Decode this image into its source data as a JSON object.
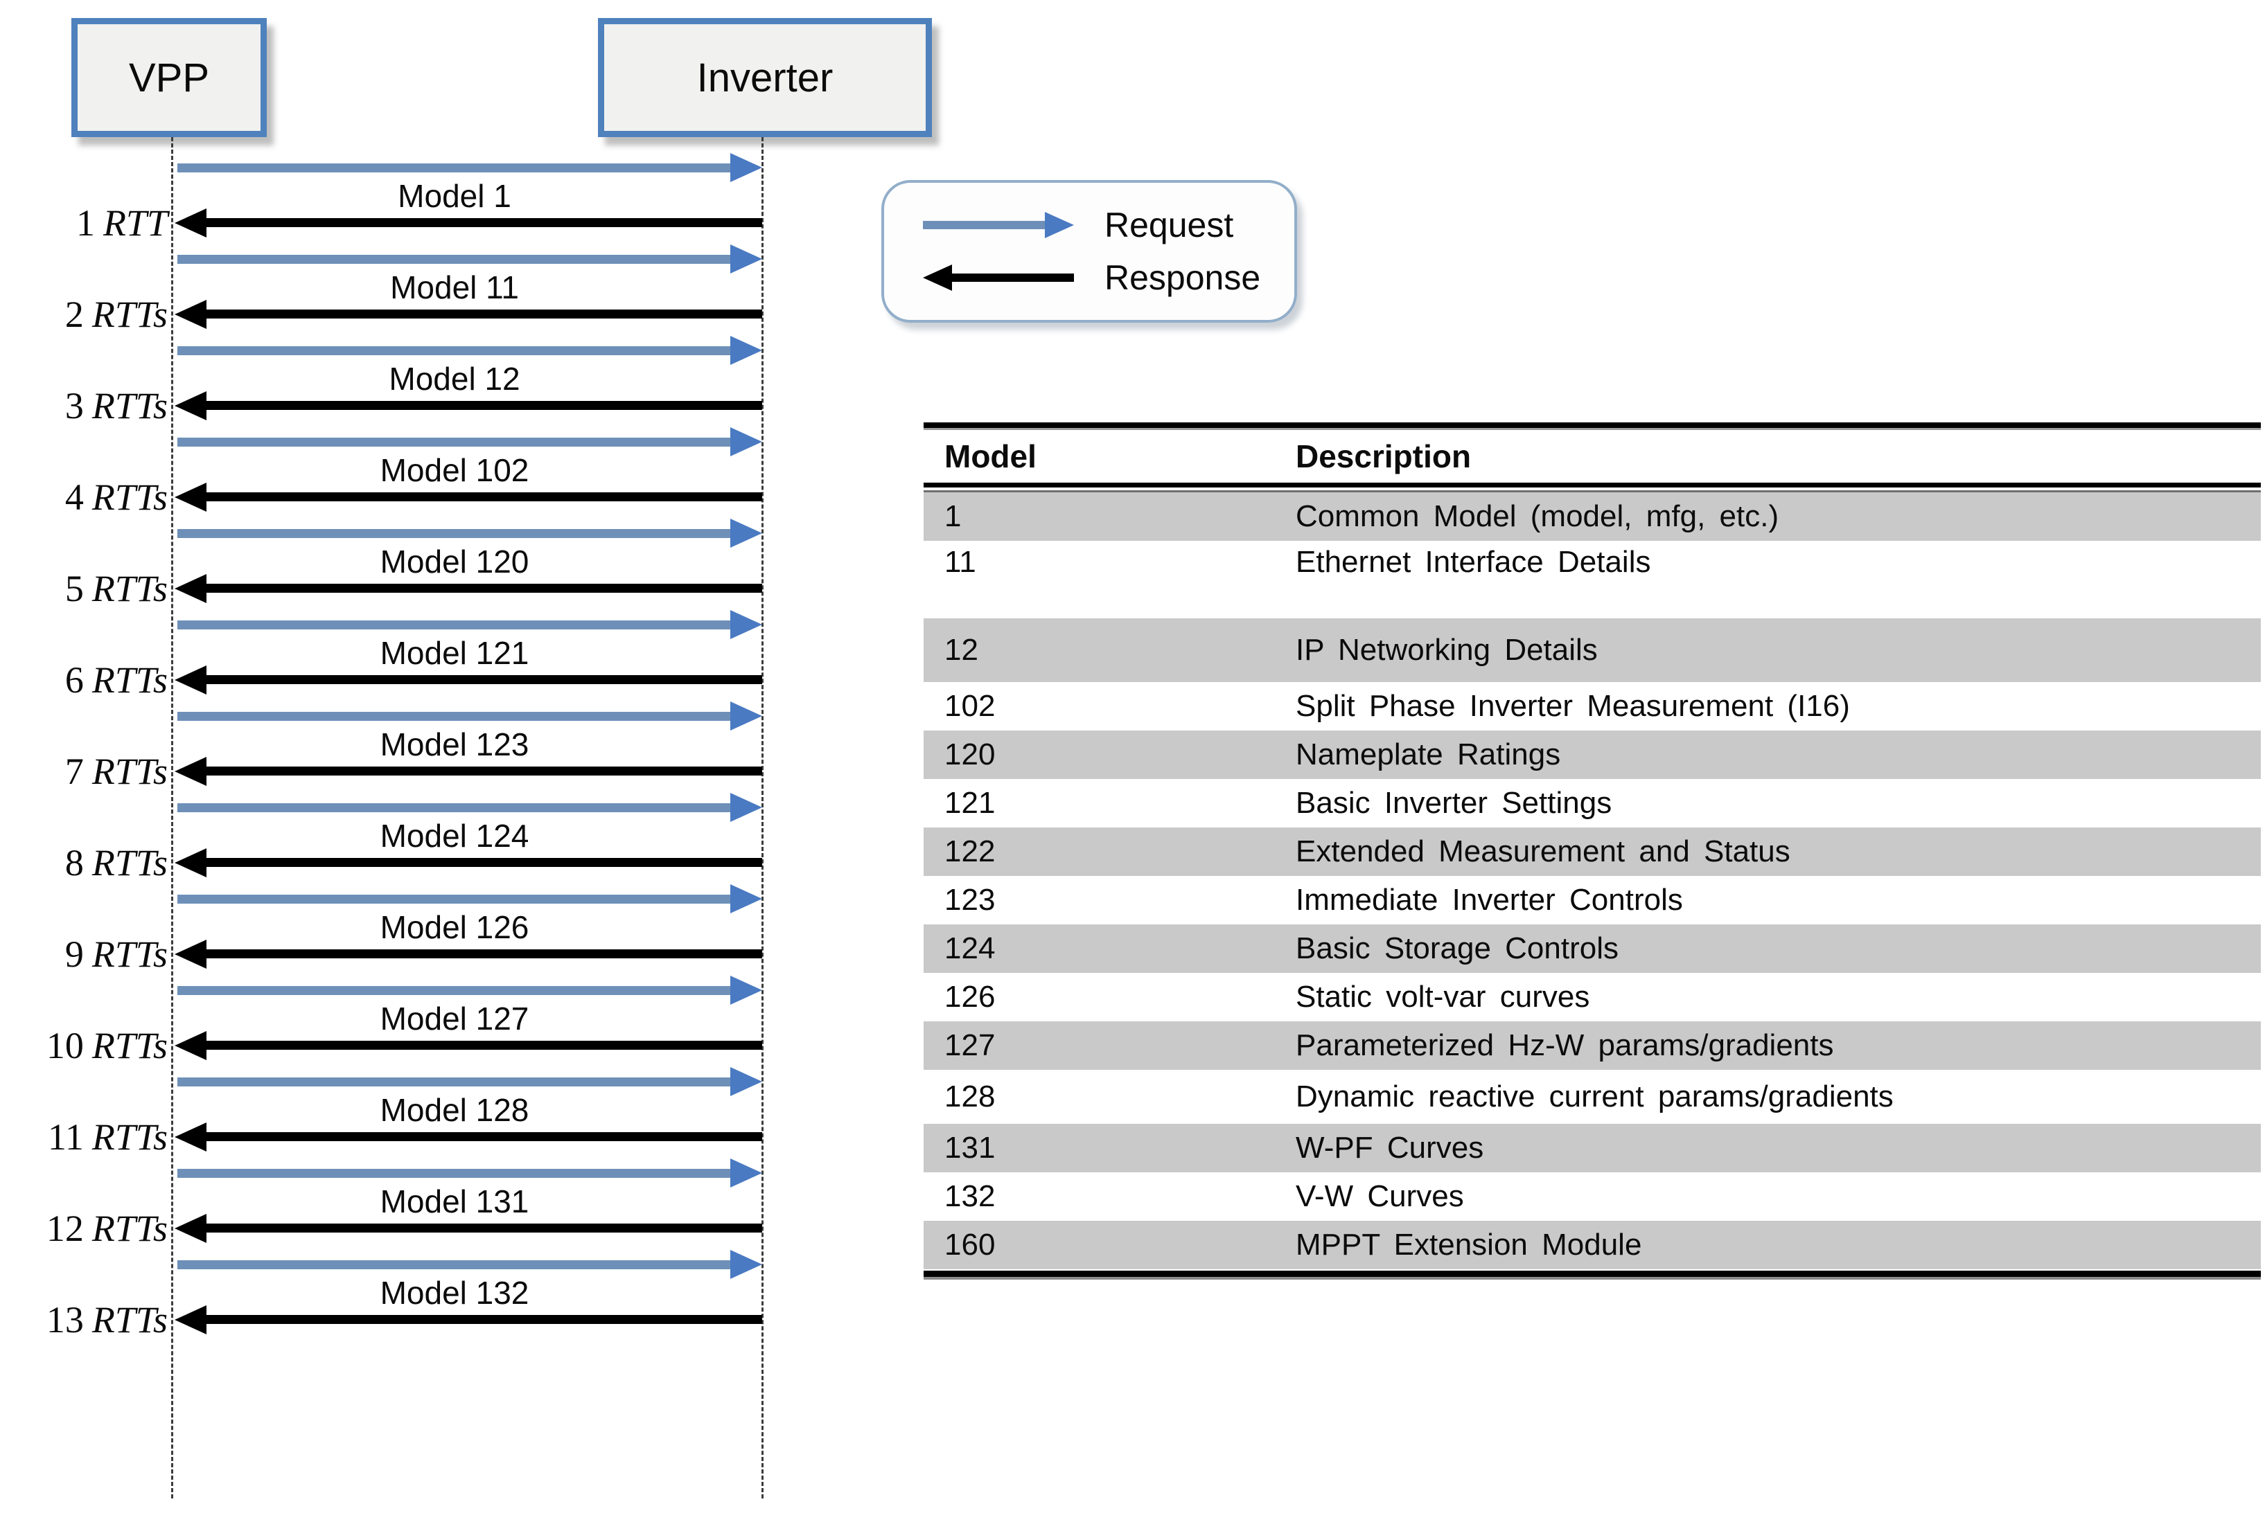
{
  "diagram": {
    "actors": [
      {
        "label": "VPP"
      },
      {
        "label": "Inverter"
      }
    ],
    "legend": {
      "request_label": "Request",
      "response_label": "Response"
    },
    "exchanges": [
      {
        "model_label": "Model 1",
        "rtt_number": "1",
        "rtt_unit": "RTT"
      },
      {
        "model_label": "Model 11",
        "rtt_number": "2",
        "rtt_unit": "RTTs"
      },
      {
        "model_label": "Model 12",
        "rtt_number": "3",
        "rtt_unit": "RTTs"
      },
      {
        "model_label": "Model 102",
        "rtt_number": "4",
        "rtt_unit": "RTTs"
      },
      {
        "model_label": "Model 120",
        "rtt_number": "5",
        "rtt_unit": "RTTs"
      },
      {
        "model_label": "Model 121",
        "rtt_number": "6",
        "rtt_unit": "RTTs"
      },
      {
        "model_label": "Model 123",
        "rtt_number": "7",
        "rtt_unit": "RTTs"
      },
      {
        "model_label": "Model 124",
        "rtt_number": "8",
        "rtt_unit": "RTTs"
      },
      {
        "model_label": "Model 126",
        "rtt_number": "9",
        "rtt_unit": "RTTs"
      },
      {
        "model_label": "Model 127",
        "rtt_number": "10",
        "rtt_unit": "RTTs"
      },
      {
        "model_label": "Model 128",
        "rtt_number": "11",
        "rtt_unit": "RTTs"
      },
      {
        "model_label": "Model 131",
        "rtt_number": "12",
        "rtt_unit": "RTTs"
      },
      {
        "model_label": "Model 132",
        "rtt_number": "13",
        "rtt_unit": "RTTs"
      }
    ]
  },
  "table": {
    "headers": [
      "Model",
      "Description"
    ],
    "rows": [
      [
        "1",
        "Common Model (model, mfg, etc.)"
      ],
      [
        "11",
        "Ethernet Interface Details"
      ],
      [
        "12",
        "IP Networking Details"
      ],
      [
        "102",
        "Split Phase Inverter Measurement (I16)"
      ],
      [
        "120",
        "Nameplate Ratings"
      ],
      [
        "121",
        "Basic Inverter Settings"
      ],
      [
        "122",
        "Extended Measurement and Status"
      ],
      [
        "123",
        "Immediate Inverter Controls"
      ],
      [
        "124",
        "Basic Storage Controls"
      ],
      [
        "126",
        "Static volt-var curves"
      ],
      [
        "127",
        "Parameterized Hz-W params/gradients"
      ],
      [
        "128",
        "Dynamic reactive current params/gradients"
      ],
      [
        "131",
        "W-PF Curves"
      ],
      [
        "132",
        "V-W Curves"
      ],
      [
        "160",
        "MPPT Extension Module"
      ]
    ]
  },
  "colors": {
    "request-shaft": "#6e90b8",
    "request-head": "#4a7ac2",
    "response": "#000000",
    "actor-border": "#4f81bd",
    "actor-fill": "#f1f1f0",
    "row-shade": "#c9c9c9",
    "legend-border": "#92aec9",
    "lifeline": "#3c3c3c"
  }
}
